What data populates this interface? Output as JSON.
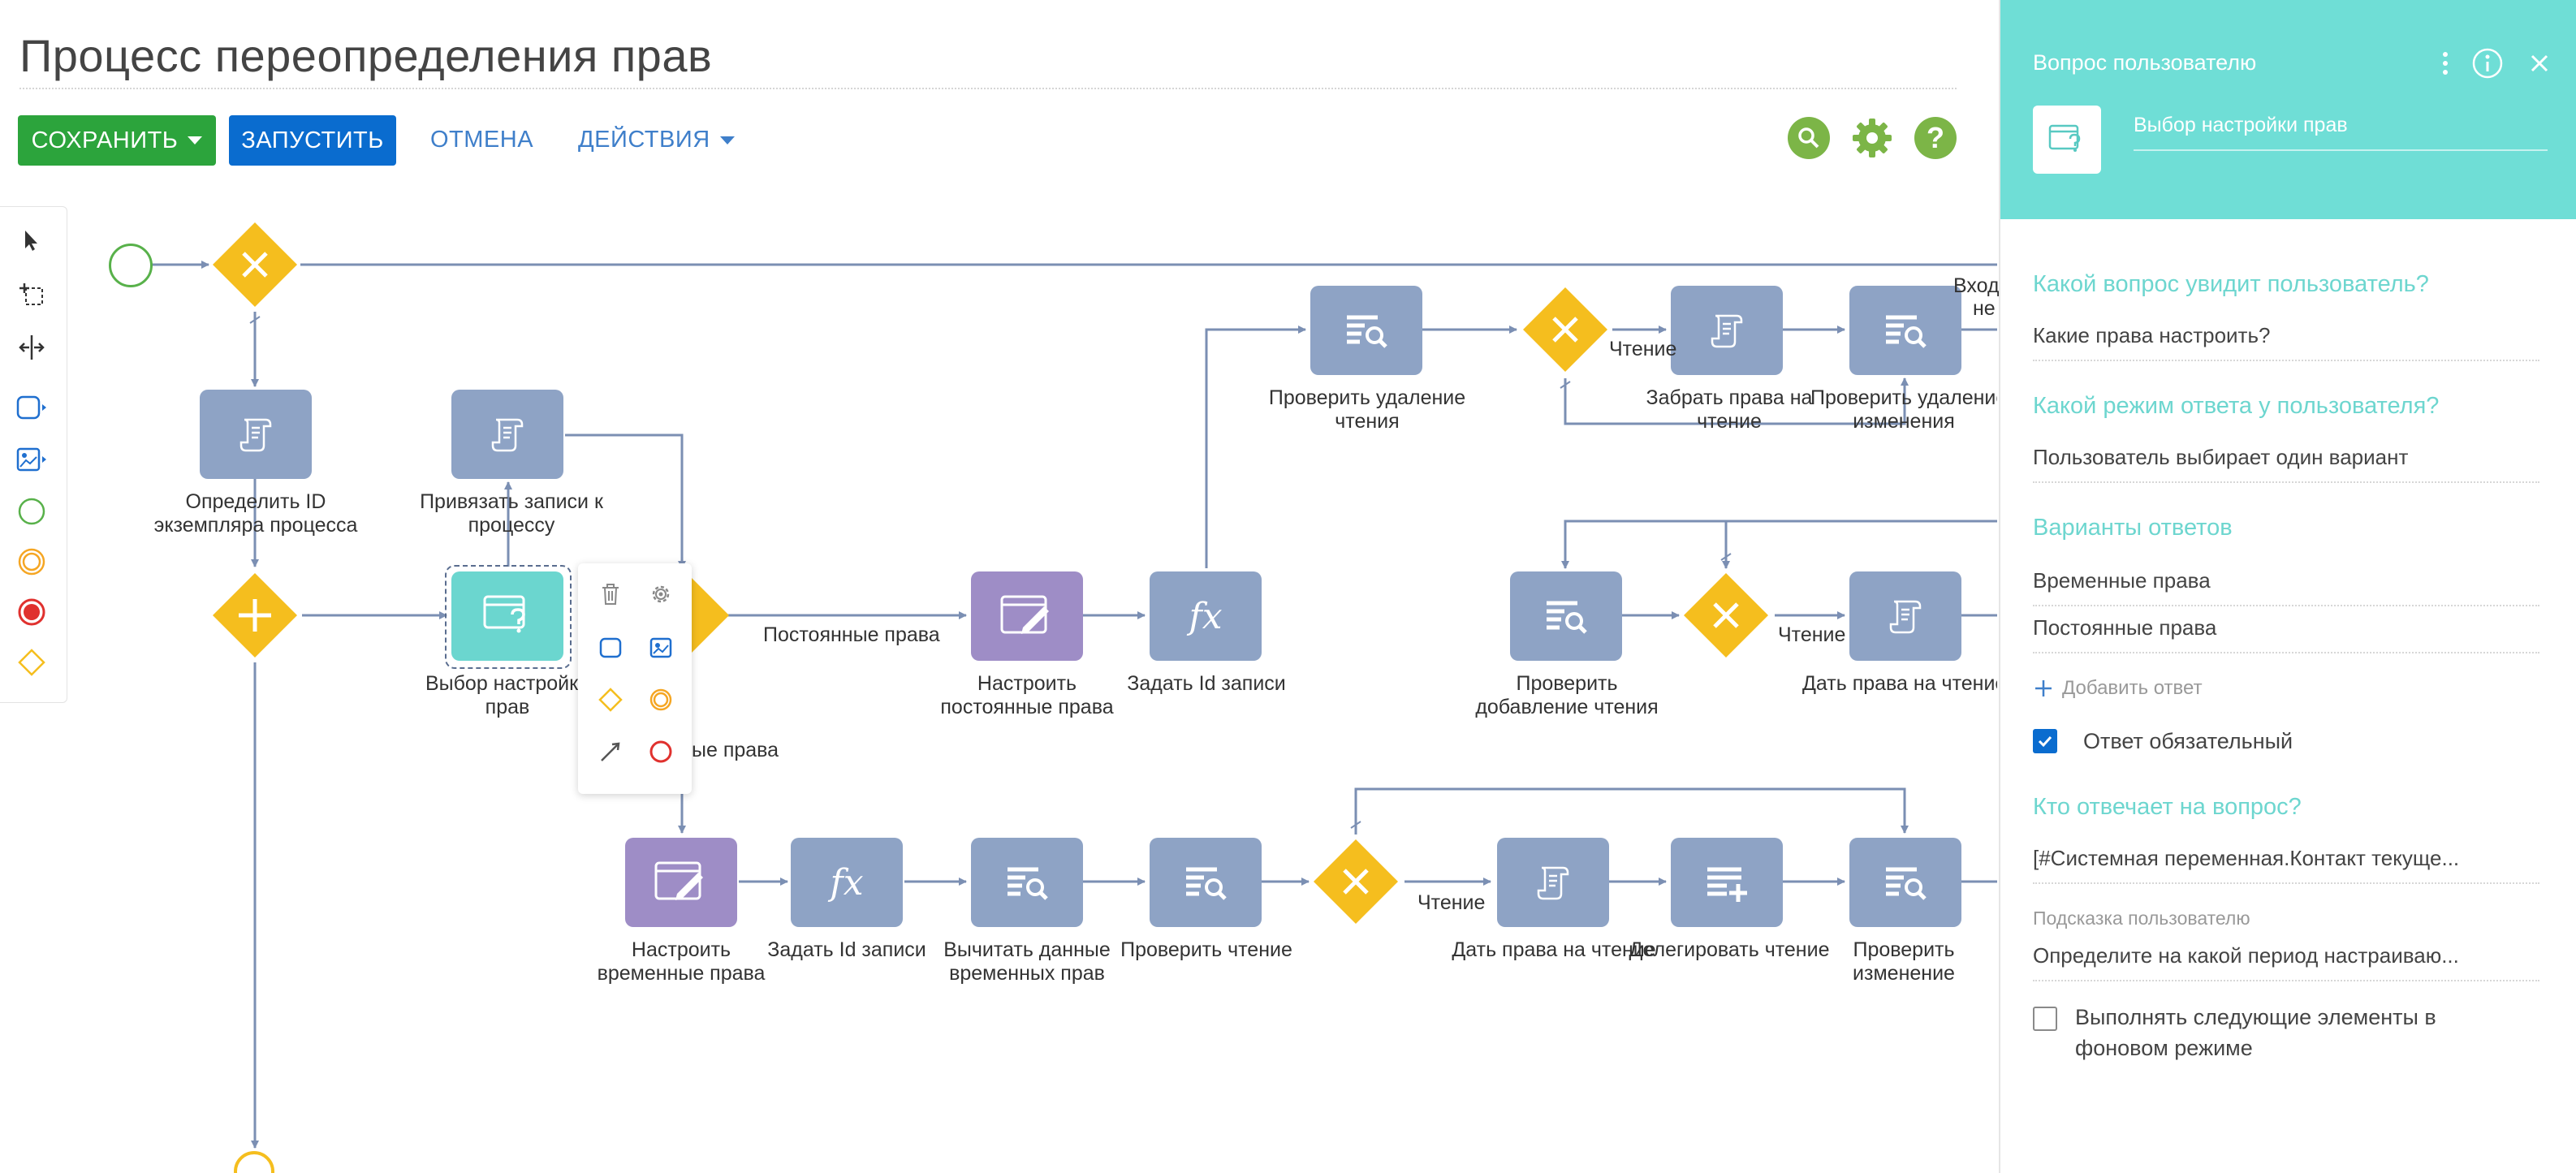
{
  "header": {
    "title": "Процесс переопределения прав",
    "save_label": "СОХРАНИТЬ",
    "run_label": "ЗАПУСТИТЬ",
    "cancel_label": "ОТМЕНА",
    "actions_label": "ДЕЙСТВИЯ"
  },
  "colors": {
    "save": "#2ca43c",
    "run": "#0a6ccf",
    "accent": "#6fded6",
    "task": "#8ea3c5",
    "user_task": "#9e8dc6",
    "gateway": "#f5be1e",
    "toolbar_icon": "#7cb547"
  },
  "diagram": {
    "tasks": [
      {
        "id": "t1",
        "label_lines": [
          "Определить ID",
          "экземпляра процесса"
        ],
        "icon": "script-icon"
      },
      {
        "id": "t2",
        "label_lines": [
          "Привязать записи к",
          "процессу"
        ],
        "icon": "script-icon"
      },
      {
        "id": "t3",
        "label_lines": [
          "Выбор настройки",
          "прав"
        ],
        "icon": "user-question-icon"
      },
      {
        "id": "t4",
        "label_lines": [
          "Настроить",
          "постоянные права"
        ],
        "icon": "edit-page-icon"
      },
      {
        "id": "t5",
        "label_lines": [
          "Задать Id записи"
        ],
        "icon": "formula-icon"
      },
      {
        "id": "t6",
        "label_lines": [
          "Проверить удаление",
          "чтения"
        ],
        "icon": "read-data-icon"
      },
      {
        "id": "t7",
        "label_lines": [
          "Забрать права на",
          "чтение"
        ],
        "icon": "script-icon"
      },
      {
        "id": "t8",
        "label_lines": [
          "Проверить удаление",
          "изменения"
        ],
        "icon": "read-data-icon"
      },
      {
        "id": "t9",
        "label_lines": [
          "Проверить",
          "добавление чтения"
        ],
        "icon": "read-data-icon"
      },
      {
        "id": "t10",
        "label_lines": [
          "Дать права на чтение"
        ],
        "icon": "script-icon"
      },
      {
        "id": "t11",
        "label_lines": [
          "Настроить",
          "временные права"
        ],
        "icon": "edit-page-icon"
      },
      {
        "id": "t12",
        "label_lines": [
          "Задать Id записи"
        ],
        "icon": "formula-icon"
      },
      {
        "id": "t13",
        "label_lines": [
          "Вычитать данные",
          "временных прав"
        ],
        "icon": "read-data-icon"
      },
      {
        "id": "t14",
        "label_lines": [
          "Проверить чтение"
        ],
        "icon": "read-data-icon"
      },
      {
        "id": "t15",
        "label_lines": [
          "Дать права на чтение"
        ],
        "icon": "script-icon"
      },
      {
        "id": "t16",
        "label_lines": [
          "Делегировать чтение"
        ],
        "icon": "add-data-icon"
      },
      {
        "id": "t17",
        "label_lines": [
          "Проверить",
          "изменение"
        ],
        "icon": "read-data-icon"
      }
    ],
    "flow_labels": {
      "permanent": "Постоянные права",
      "temporary_partial": "ые права",
      "read_top": "Чтение",
      "read_mid": "Чтение",
      "read_bottom": "Чтение",
      "cut_top_1": "Вход",
      "cut_top_2": "не"
    }
  },
  "palette": {
    "items": [
      "pointer-icon",
      "lasso-icon",
      "space-tool-icon",
      "task-icon",
      "user-task-icon",
      "start-event-icon",
      "intermediate-event-icon",
      "end-event-icon",
      "gateway-icon"
    ]
  },
  "context_menu": {
    "items": [
      "trash-icon",
      "gear-icon",
      "task-icon",
      "user-task-icon",
      "gateway-icon",
      "intermediate-event-icon",
      "connector-icon",
      "end-event-icon"
    ]
  },
  "panel": {
    "element_type": "Вопрос пользователю",
    "element_name": "Выбор настройки прав",
    "q1_label": "Какой вопрос увидит пользователь?",
    "q1_value": "Какие права настроить?",
    "q2_label": "Какой режим ответа у пользователя?",
    "q2_value": "Пользователь выбирает один вариант",
    "answers_label": "Варианты ответов",
    "answers": [
      "Временные права",
      "Постоянные права"
    ],
    "add_answer": "Добавить ответ",
    "required_label": "Ответ обязательный",
    "required_checked": true,
    "who_label": "Кто отвечает на вопрос?",
    "who_value": "[#Системная переменная.Контакт текуще...",
    "hint_label": "Подсказка пользователю",
    "hint_value": "Определите на какой период настраиваю...",
    "background_label_1": "Выполнять следующие элементы в",
    "background_label_2": "фоновом режиме",
    "background_checked": false
  }
}
